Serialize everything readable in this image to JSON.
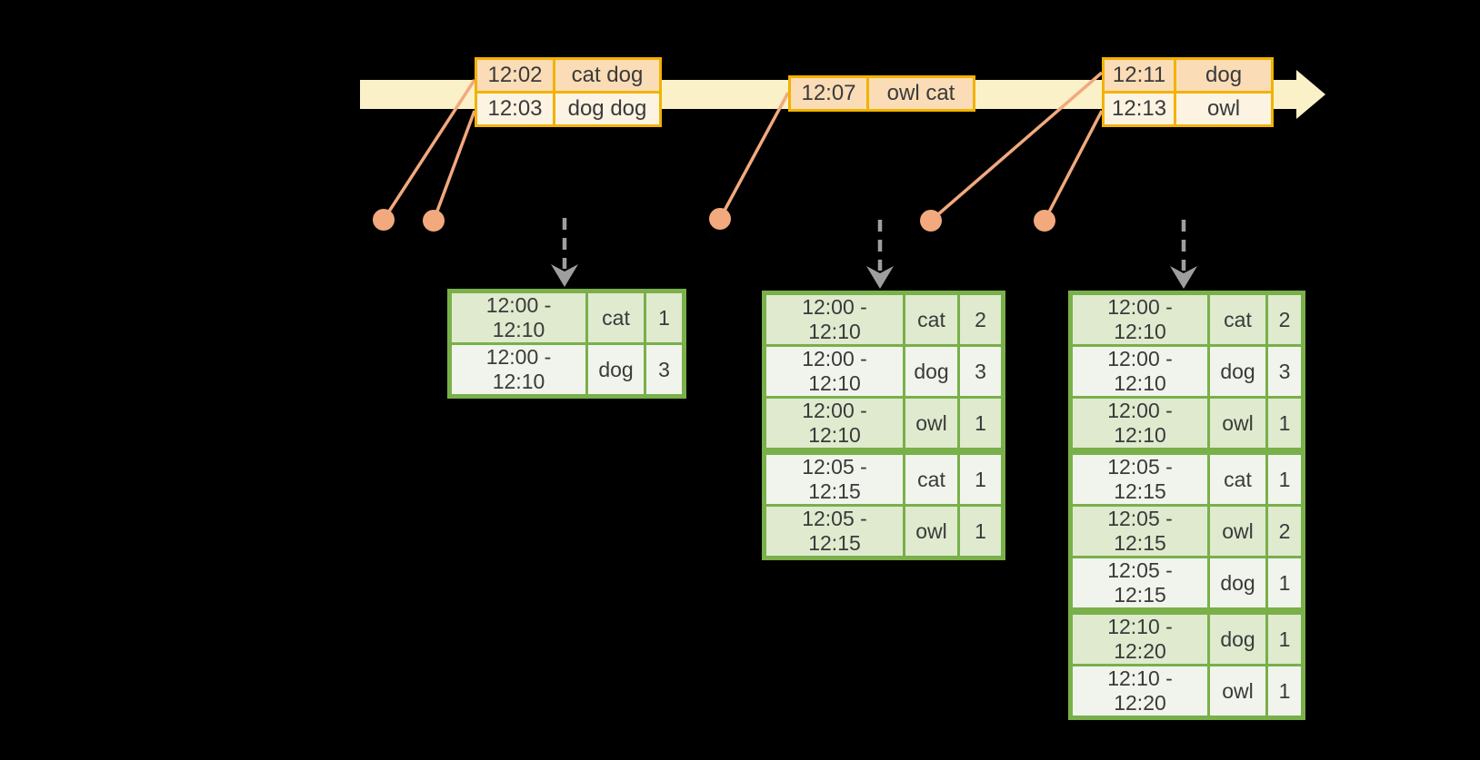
{
  "colors": {
    "background": "#000000",
    "timeline_band": "#FBF1C8",
    "event_table_border": "#F2B200",
    "event_row_dark": "#FADCB6",
    "event_row_light": "#FCF3E2",
    "connector_dot": "#F2A97D",
    "result_table_border": "#79B04A",
    "result_row_dark": "#DFEACF",
    "result_row_light": "#F1F4EC",
    "dashed_arrow": "#9E9E9E",
    "text": "#3A3A3A"
  },
  "event_tables": [
    {
      "rows": [
        {
          "time": "12:02",
          "words": "cat dog"
        },
        {
          "time": "12:03",
          "words": "dog dog"
        }
      ]
    },
    {
      "rows": [
        {
          "time": "12:07",
          "words": "owl cat"
        }
      ]
    },
    {
      "rows": [
        {
          "time": "12:11",
          "words": "dog"
        },
        {
          "time": "12:13",
          "words": "owl"
        }
      ]
    }
  ],
  "result_tables": [
    {
      "rows": [
        {
          "window": "12:00 - 12:10",
          "word": "cat",
          "count": 1
        },
        {
          "window": "12:00 - 12:10",
          "word": "dog",
          "count": 3
        }
      ]
    },
    {
      "rows": [
        {
          "window": "12:00 - 12:10",
          "word": "cat",
          "count": 2
        },
        {
          "window": "12:00 - 12:10",
          "word": "dog",
          "count": 3
        },
        {
          "window": "12:00 - 12:10",
          "word": "owl",
          "count": 1
        },
        {
          "window": "12:05 - 12:15",
          "word": "cat",
          "count": 1
        },
        {
          "window": "12:05 - 12:15",
          "word": "owl",
          "count": 1
        }
      ]
    },
    {
      "rows": [
        {
          "window": "12:00 - 12:10",
          "word": "cat",
          "count": 2
        },
        {
          "window": "12:00 - 12:10",
          "word": "dog",
          "count": 3
        },
        {
          "window": "12:00 - 12:10",
          "word": "owl",
          "count": 1
        },
        {
          "window": "12:05 - 12:15",
          "word": "cat",
          "count": 1
        },
        {
          "window": "12:05 - 12:15",
          "word": "owl",
          "count": 2
        },
        {
          "window": "12:05 - 12:15",
          "word": "dog",
          "count": 1
        },
        {
          "window": "12:10 - 12:20",
          "word": "dog",
          "count": 1
        },
        {
          "window": "12:10 - 12:20",
          "word": "owl",
          "count": 1
        }
      ]
    }
  ]
}
